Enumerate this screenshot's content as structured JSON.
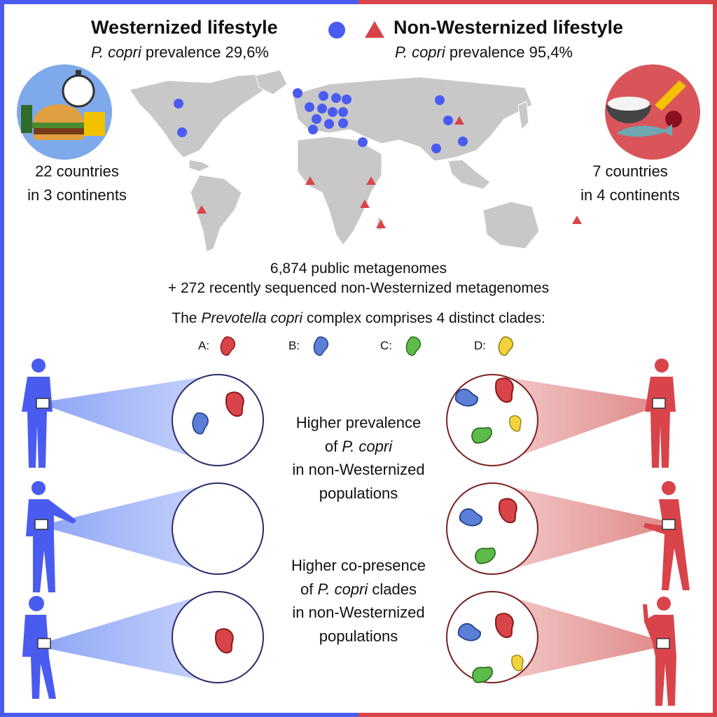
{
  "legend": {
    "western": {
      "title": "Westernized lifestyle",
      "species": "P. copri",
      "prevalence_text": "prevalence 29,6%",
      "marker": "circle",
      "color": "#4a5cf0"
    },
    "nonwestern": {
      "title": "Non-Westernized lifestyle",
      "species": "P. copri",
      "prevalence_text": "prevalence 95,4%",
      "marker": "triangle",
      "color": "#d9444a"
    }
  },
  "western_counts": {
    "line1": "22 countries",
    "line2": "in 3 continents"
  },
  "nonwestern_counts": {
    "line1": "7 countries",
    "line2": "in 4 continents"
  },
  "metagenomes": {
    "line1": "6,874 public metagenomes",
    "line2": "+ 272 recently sequenced non-Westernized metagenomes"
  },
  "complex": {
    "pre": "The ",
    "species": "Prevotella copri",
    "post": " complex comprises 4 distinct clades:"
  },
  "clades": [
    {
      "label": "A:",
      "color": "#d9444a"
    },
    {
      "label": "B:",
      "color": "#5b7fd6"
    },
    {
      "label": "C:",
      "color": "#5dbb4a"
    },
    {
      "label": "D:",
      "color": "#f2d43a"
    }
  ],
  "finding1": {
    "l1": "Higher prevalence",
    "l2a": "of ",
    "l2b": "P. copri",
    "l3": "in non-Westernized",
    "l4": "populations"
  },
  "finding2": {
    "l1": "Higher co-presence",
    "l2a": "of ",
    "l2b": "P. copri",
    "l2c": " clades",
    "l3": "in non-Westernized",
    "l4": "populations"
  }
}
